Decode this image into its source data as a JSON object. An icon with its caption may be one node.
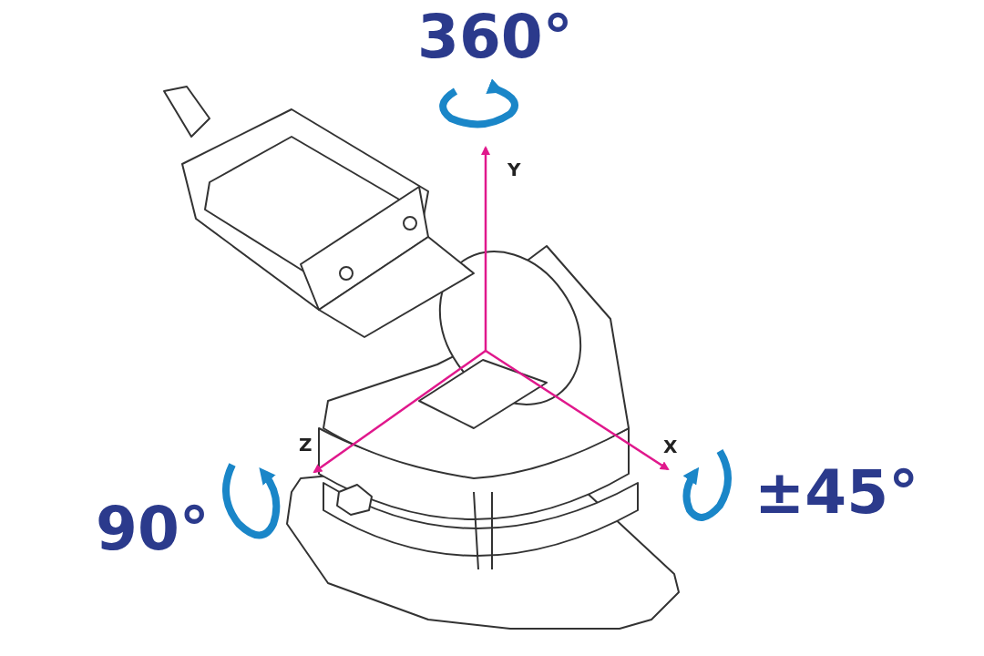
{
  "diagram": {
    "labels": [
      "360°",
      "Y",
      "Z",
      "X",
      "±45°",
      "90°"
    ]
  }
}
